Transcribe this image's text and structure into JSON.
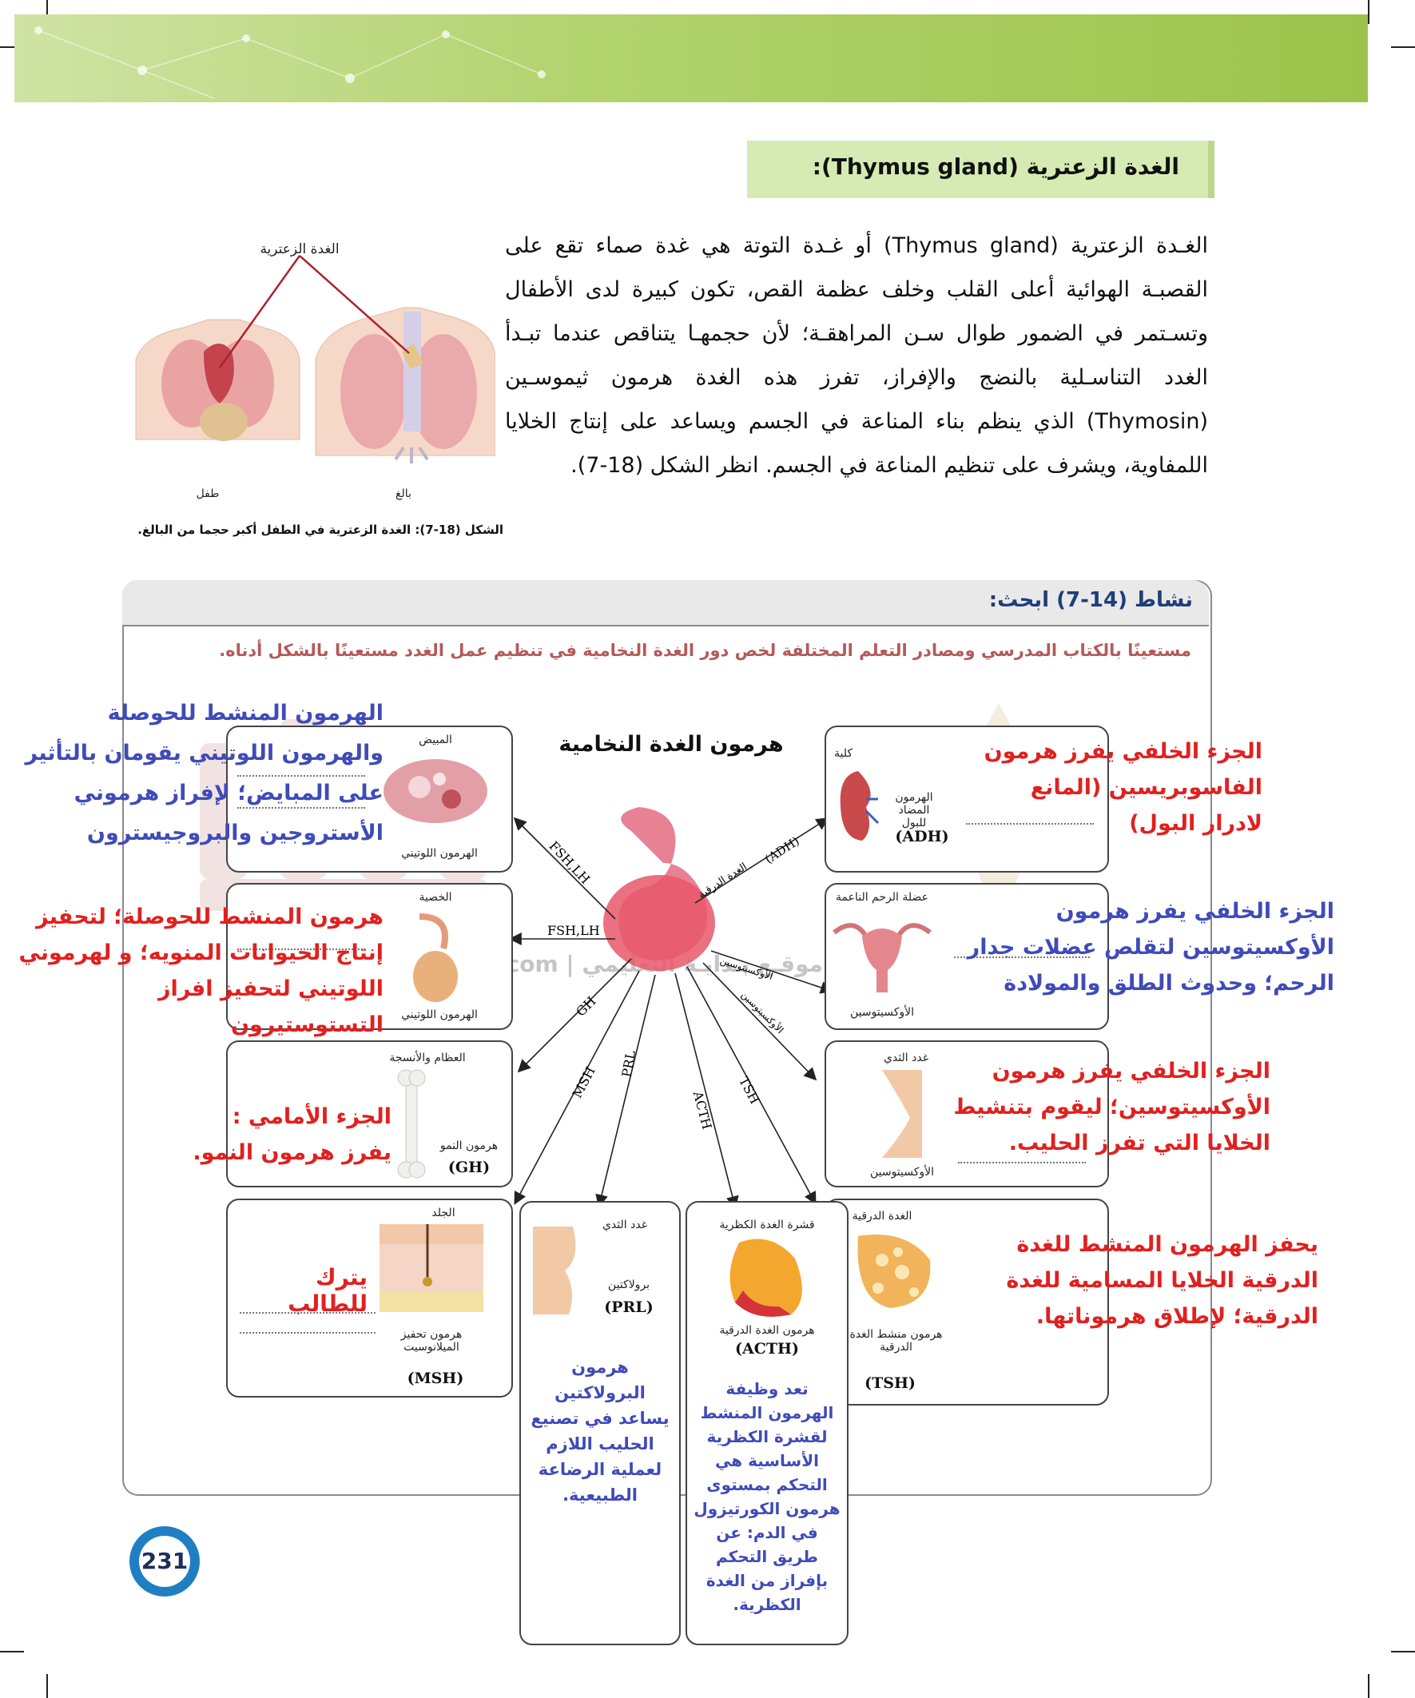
{
  "section": {
    "title": "الغدة الزعترية (Thymus gland):",
    "paragraph": "الغـدة الزعترية (Thymus gland) أو غـدة التوتة هي غدة صماء تقع على القصبـة الهوائية أعلى القلب وخلف عظمة القص، تكون كبيرة لدى الأطفال وتسـتمر في الضمور طوال سـن المراهقـة؛ لأن حجمهـا يتناقص عندما تبـدأ الغدد التناسـلية بالنضج والإفراز، تفرز هذه الغدة هرمون ثيموسـين (Thymosin) الذي ينظم بناء المناعة في الجسم ويساعد على إنتاج الخلايا اللمفاوية، ويشرف على تنظيم المناعة في الجسم. انظر الشكل (18-7)."
  },
  "figure": {
    "label_gland": "الغدة الزعترية",
    "label_adult": "بالغ",
    "label_child": "طفل",
    "caption": "الشكل (18-7): الغدة الزعترية في الطفل أكبر حجما من البالغ."
  },
  "activity": {
    "title": "نشاط (14-7) ابحث:",
    "instruction": "مستعينًا بالكتاب المدرسي ومصادر التعلم المختلفة لخص دور الغدة النخامية في تنظيم عمل الغدد مستعينًا بالشكل أدناه.",
    "center_title": "هرمون الغدة النخامية"
  },
  "cards": {
    "ovary": {
      "organ": "المبيض",
      "hormone": "الهرمون اللوتيني"
    },
    "testis": {
      "organ": "الخصية",
      "hormone": "الهرمون اللوتيني"
    },
    "bone": {
      "organ": "العظام والأنسجة",
      "hormone": "هرمون النمو",
      "code": "(GH)"
    },
    "skin": {
      "organ": "الجلد",
      "hormone": "هرمون تحفيز الميلانوسيت",
      "code": "(MSH)"
    },
    "kidney": {
      "organ": "كلية",
      "hormone": "الهرمون المضاد للبول",
      "code": "(ADH)"
    },
    "uterus": {
      "organ": "عضلة الرحم الناعمة",
      "hormone": "الأوكسيتوسين"
    },
    "breast": {
      "organ": "غدد الثدي",
      "hormone": "الأوكسيتوسين"
    },
    "thyroid": {
      "organ": "الغدة الدرقية",
      "hormone": "هرمون منشط الغدة الدرقية",
      "code": "(TSH)"
    },
    "prl": {
      "organ": "غدد الثدي",
      "hormone": "برولاكتين",
      "code": "(PRL)"
    },
    "acth": {
      "organ": "قشرة الغدة الكظرية",
      "hormone": "هرمون الغدة الدرقية",
      "code": "(ACTH)"
    }
  },
  "arrows": {
    "fsh_lh_1": "FSH,LH",
    "fsh_lh_2": "FSH,LH",
    "adh": "(ADH)",
    "thyroid_word": "الغدة الدرقية",
    "oxy1": "الأوكسيتوسين",
    "oxy2": "الأوكسيتوسين",
    "gh": "GH",
    "msh": "MSH",
    "prl": "PRL",
    "acth": "ACTH",
    "tsh": "TSH"
  },
  "answers": {
    "ovary": "الهرمون المنشط للحوصلة والهرمون اللوتيني يقومان بالتأثير على المبايض؛ لإفراز هرموني الأستروجين والبروجيسترون",
    "testis": "هرمون المنشط للحوصلة؛ لتحفيز إنتاج الحيوانات المنويه؛ و لهرموني اللوتيني لتحفيز افراز التستوستيرون",
    "bone": "الجزء الأمامي : يفرز هرمون النمو.",
    "skin": "يترك للطالب",
    "kidney": "الجزء الخلفي يفرز هرمون الفاسوبريسين (المانع لادرار البول)",
    "uterus": "الجزء الخلفي يفرز هرمون الأوكسيتوسين لتقلص عضلات جدار الرحم؛ وحدوث الطلق والمولادة",
    "breast": "الجزء الخلفي يفرز هرمون الأوكسيتوسين؛ ليقوم بتنشيط الخلايا التي تفرز الحليب.",
    "thyroid": "يحفز الهرمون المنشط للغدة الدرقية الخلايا المسامية للغدة الدرقية؛ لإطلاق هرموناتها.",
    "prl": "هرمون البرولاكتين يساعد في تصنيع الحليب اللازم لعملية الرضاعة الطبيعية.",
    "acth": "تعد وظيفة الهرمون المنشط لقشرة الكظرية الأساسية هي التحكم بمستوى هرمون الكورتيزول في الدم: عن طريق التحكم بإفراز من الغدة الكظرية."
  },
  "watermark": {
    "text": "موقـع بـدايـة التعليمي | beadaya.com"
  },
  "page_number": "231"
}
